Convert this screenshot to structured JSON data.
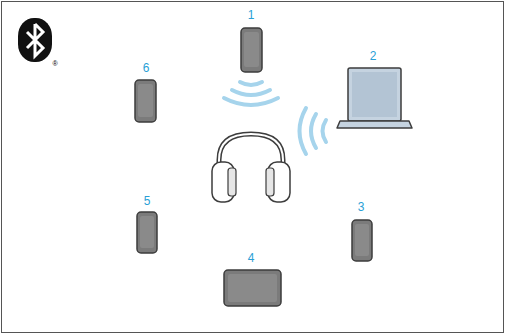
{
  "diagram": {
    "labels": [
      "®",
      "1",
      "2",
      "3",
      "4",
      "5",
      "6"
    ]
  }
}
